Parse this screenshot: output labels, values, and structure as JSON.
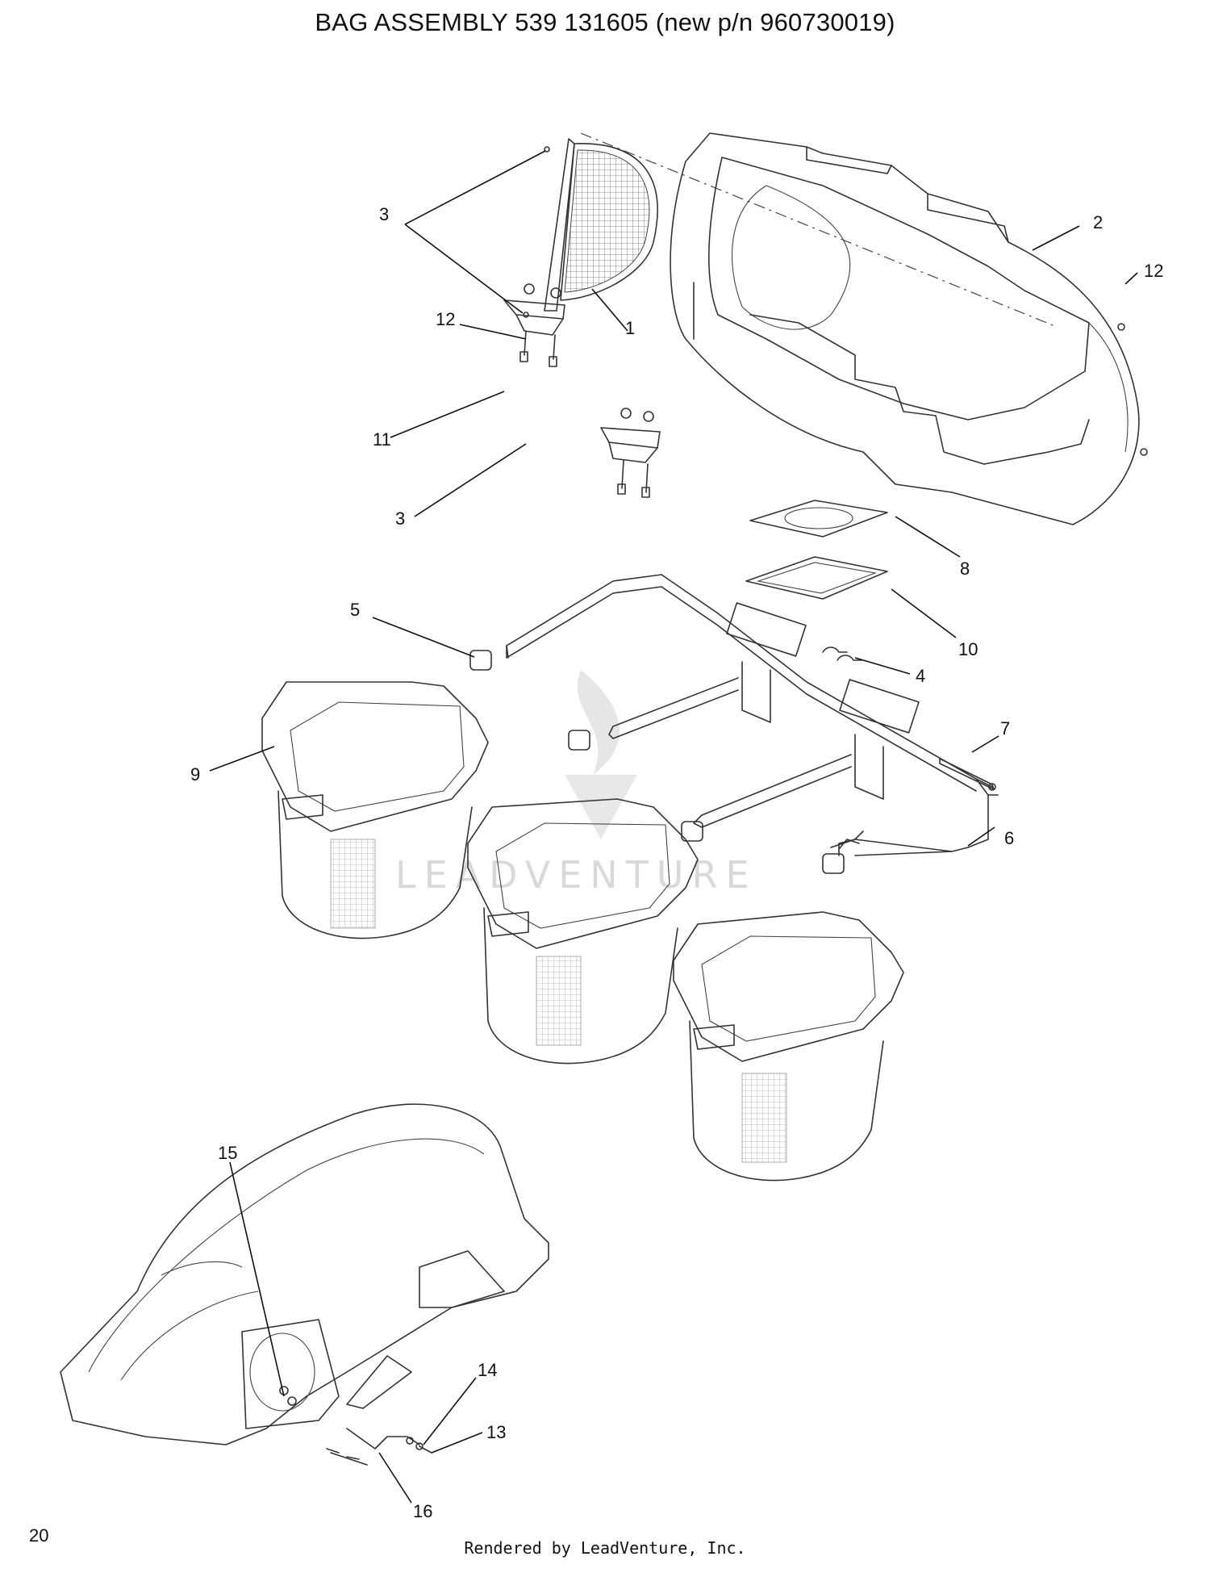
{
  "title": "BAG ASSEMBLY 539 131605 (new p/n 960730019)",
  "page_number": "20",
  "footer": "Rendered by LeadVenture, Inc.",
  "watermark": "LEADVENTURE",
  "callouts": [
    "1",
    "2",
    "3",
    "3",
    "12",
    "12",
    "11",
    "3",
    "8",
    "10",
    "5",
    "4",
    "7",
    "9",
    "6",
    "15",
    "14",
    "13",
    "16"
  ]
}
